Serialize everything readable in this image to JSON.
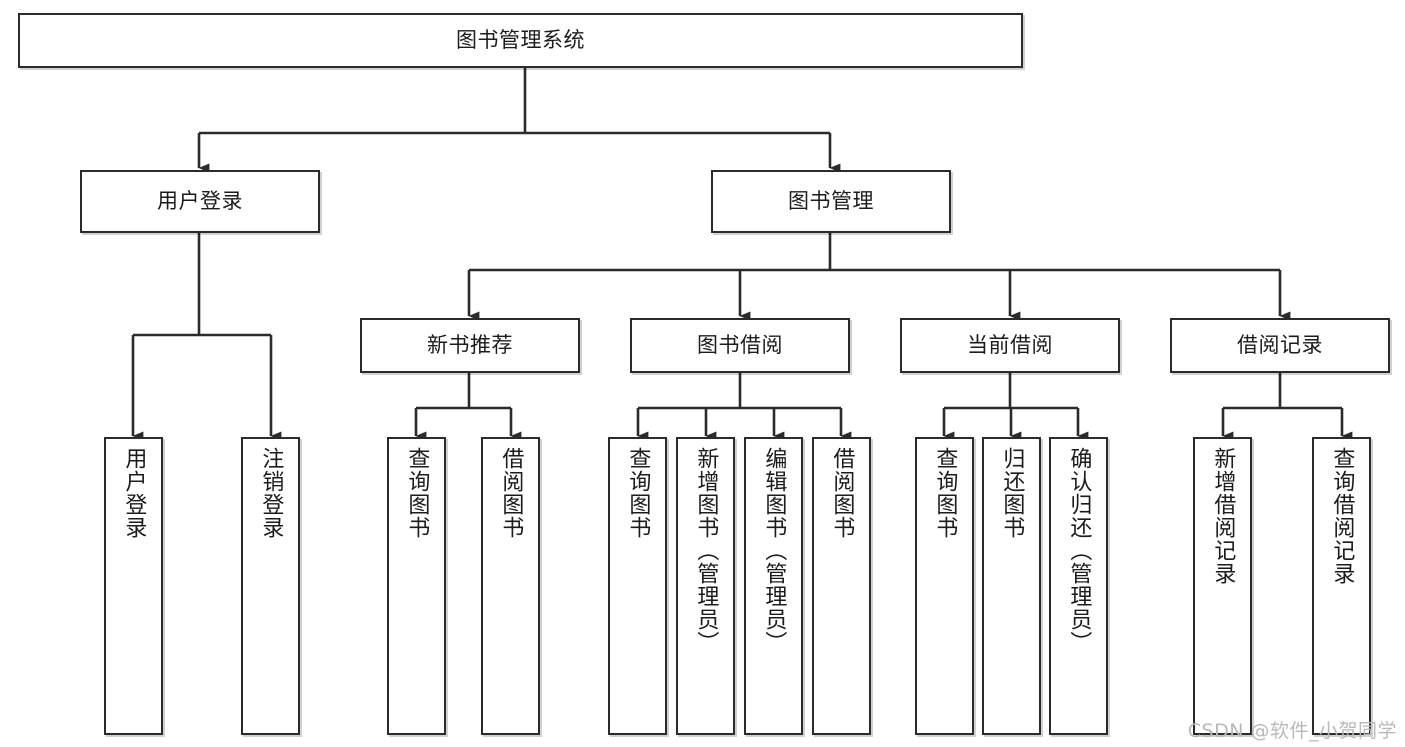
{
  "diagram": {
    "title": "图书管理系统",
    "type": "tree-hierarchy-diagram",
    "colors": {
      "box_border": "#2b2b2b",
      "box_fill": "#ffffff",
      "connector": "#2b2b2b",
      "text": "#1c1c1c",
      "watermark": "#b9b9b9"
    },
    "root": {
      "label": "图书管理系统"
    },
    "level1": [
      {
        "label": "用户登录"
      },
      {
        "label": "图书管理"
      }
    ],
    "level2": [
      {
        "label": "新书推荐"
      },
      {
        "label": "图书借阅"
      },
      {
        "label": "当前借阅"
      },
      {
        "label": "借阅记录"
      }
    ],
    "leaves": {
      "user_login": [
        {
          "label": "用户登录"
        },
        {
          "label": "注销登录"
        }
      ],
      "new_book_recommend": [
        {
          "label": "查询图书"
        },
        {
          "label": "借阅图书"
        }
      ],
      "book_borrow": [
        {
          "label": "查询图书"
        },
        {
          "label": "新增图书（管理员）"
        },
        {
          "label": "编辑图书（管理员）"
        },
        {
          "label": "借阅图书"
        }
      ],
      "current_borrow": [
        {
          "label": "查询图书"
        },
        {
          "label": "归还图书"
        },
        {
          "label": "确认归还（管理员）"
        }
      ],
      "borrow_record": [
        {
          "label": "新增借阅记录"
        },
        {
          "label": "查询借阅记录"
        }
      ]
    },
    "watermark": "CSDN @软件_小贺同学"
  }
}
